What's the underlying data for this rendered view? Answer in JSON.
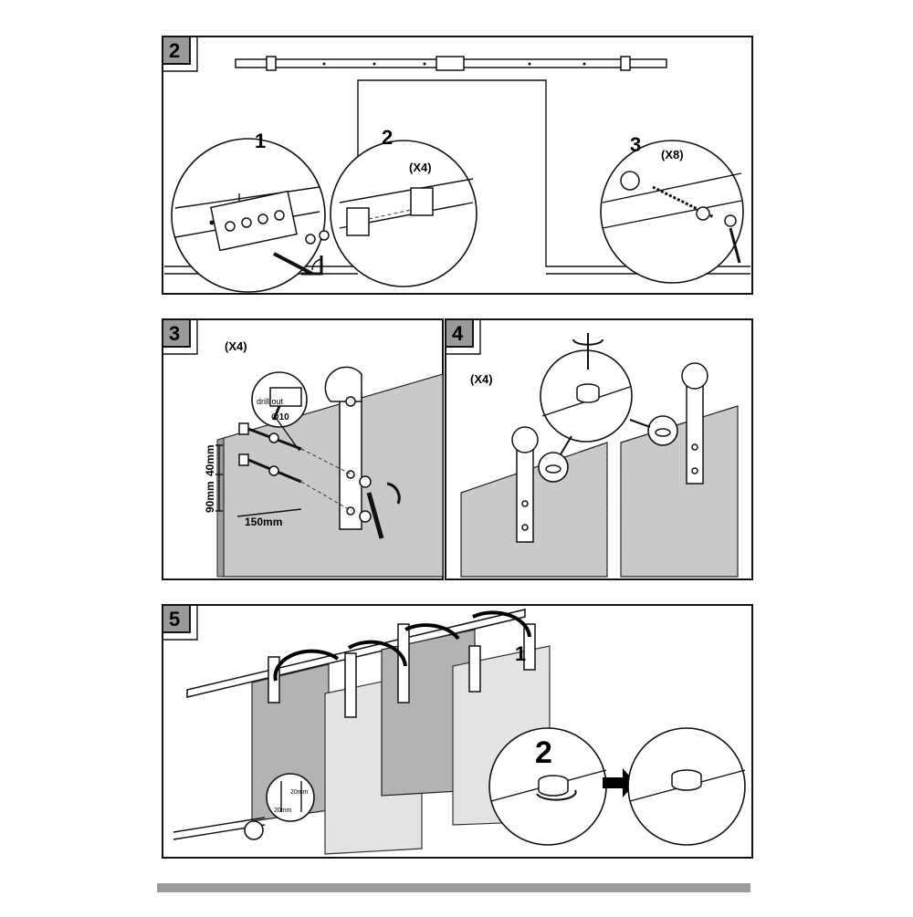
{
  "steps": [
    {
      "number": "2",
      "sub_labels": [
        "1",
        "2",
        "3"
      ],
      "qty_a": "(X4)",
      "qty_b": "(X8)"
    },
    {
      "number": "3",
      "qty": "(X4)",
      "drill_text": "drill out",
      "drill_size": "∅10",
      "dim_vertical_1": "40mm",
      "dim_vertical_2": "90mm",
      "dim_horizontal": "150mm"
    },
    {
      "number": "4",
      "qty": "(X4)"
    },
    {
      "number": "5",
      "sub_label_1": "1",
      "sub_label_2": "2",
      "dim_small_1": "20mm",
      "dim_small_2": "20mm"
    }
  ]
}
